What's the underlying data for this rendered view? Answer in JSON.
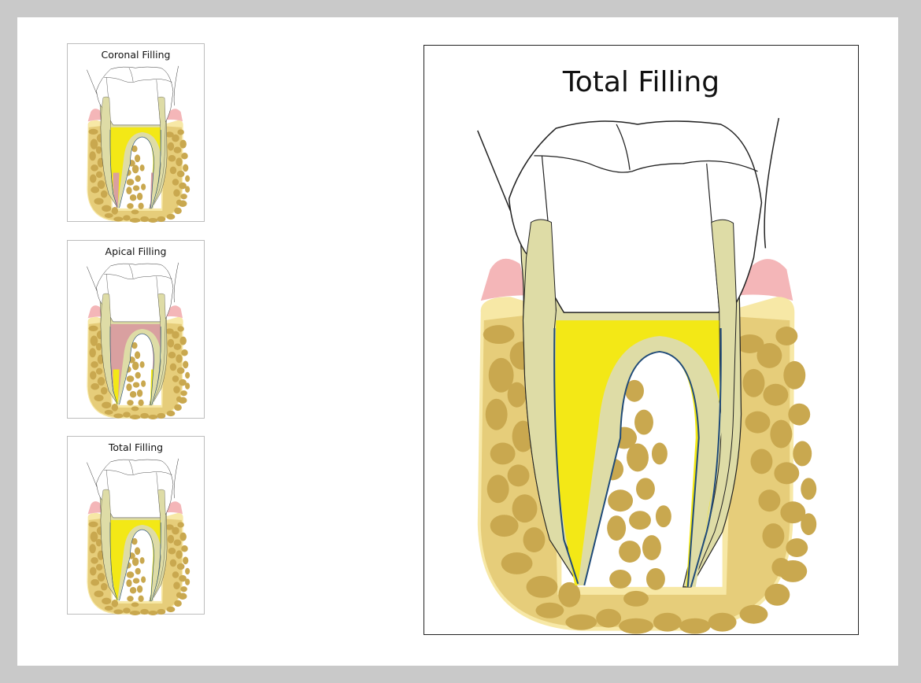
{
  "panels": [
    {
      "id": "coronal",
      "title": "Coronal Filling",
      "variant": "coronal"
    },
    {
      "id": "apical",
      "title": "Apical Filling",
      "variant": "apical"
    },
    {
      "id": "total",
      "title": "Total Filling",
      "variant": "total"
    }
  ],
  "main": {
    "title": "Total Filling",
    "variant": "total"
  },
  "colors": {
    "background": "#c9c9c9",
    "bone": "#e6cd7a",
    "bone_cells": "#c9a84f",
    "bone_rim": "#f7e8a6",
    "gum": "#f4b6b8",
    "dentin": "#dedca6",
    "filling": "#f3e816",
    "apical_filling": "#d9a0a0",
    "canal_outline": "#1f4a78"
  }
}
